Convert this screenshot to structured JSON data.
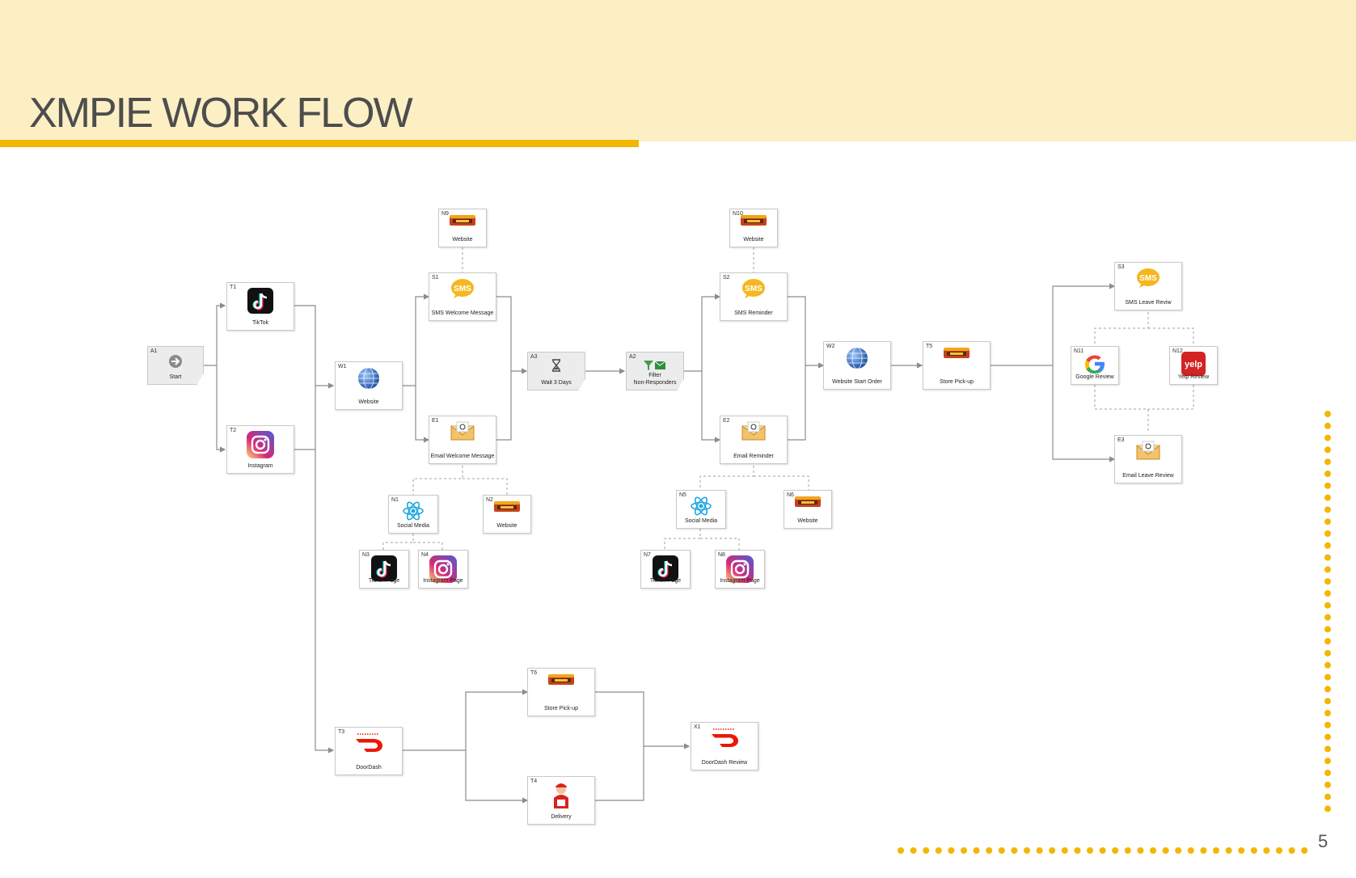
{
  "page": {
    "title": "XMPIE WORK FLOW",
    "page_number": "5",
    "colors": {
      "header_bg": "#fdefc4",
      "accent": "#f2b705",
      "title_text": "#4d4d4d",
      "connector": "#8c8c8c"
    }
  },
  "nodes": {
    "A1": {
      "id": "A1",
      "label": "Start",
      "icon": "start-arrow-icon"
    },
    "T1": {
      "id": "T1",
      "label": "TikTok",
      "icon": "tiktok-icon"
    },
    "T2": {
      "id": "T2",
      "label": "Instagram",
      "icon": "instagram-icon"
    },
    "W1": {
      "id": "W1",
      "label": "Website",
      "icon": "globe-icon"
    },
    "N9": {
      "id": "N9",
      "label": "Website",
      "icon": "restaurant-logo-icon"
    },
    "S1": {
      "id": "S1",
      "label": "SMS Welcome Message",
      "icon": "sms-icon"
    },
    "E1": {
      "id": "E1",
      "label": "Email Welcome Message",
      "icon": "email-icon"
    },
    "N1": {
      "id": "N1",
      "label": "Social Media",
      "icon": "react-atom-icon"
    },
    "N2": {
      "id": "N2",
      "label": "Website",
      "icon": "restaurant-logo-icon"
    },
    "N3": {
      "id": "N3",
      "label": "TikTok Page",
      "icon": "tiktok-icon"
    },
    "N4": {
      "id": "N4",
      "label": "Instagram Page",
      "icon": "instagram-icon"
    },
    "A3": {
      "id": "A3",
      "label": "Wait 3 Days",
      "icon": "hourglass-icon"
    },
    "A2": {
      "id": "A2",
      "label": "Filter\nNon-Responders",
      "icon": "filter-icon"
    },
    "N10": {
      "id": "N10",
      "label": "Website",
      "icon": "restaurant-logo-icon"
    },
    "S2": {
      "id": "S2",
      "label": "SMS Reminder",
      "icon": "sms-icon"
    },
    "E2": {
      "id": "E2",
      "label": "Email Reminder",
      "icon": "email-icon"
    },
    "N5": {
      "id": "N5",
      "label": "Social Media",
      "icon": "react-atom-icon"
    },
    "N6": {
      "id": "N6",
      "label": "Website",
      "icon": "restaurant-logo-icon"
    },
    "N7": {
      "id": "N7",
      "label": "TikTok Page",
      "icon": "tiktok-icon"
    },
    "N8": {
      "id": "N8",
      "label": "Instagram Page",
      "icon": "instagram-icon"
    },
    "W2": {
      "id": "W2",
      "label": "Website Start Order",
      "icon": "globe-icon"
    },
    "T5": {
      "id": "T5",
      "label": "Store Pick-up",
      "icon": "restaurant-logo-icon"
    },
    "S3": {
      "id": "S3",
      "label": "SMS Leave Reviw",
      "icon": "sms-icon"
    },
    "N11": {
      "id": "N11",
      "label": "Google Review",
      "icon": "google-icon"
    },
    "N12": {
      "id": "N12",
      "label": "Yelp Review",
      "icon": "yelp-icon"
    },
    "E3": {
      "id": "E3",
      "label": "Email Leave Review",
      "icon": "email-icon"
    },
    "T3": {
      "id": "T3",
      "label": "DoorDash",
      "icon": "doordash-icon"
    },
    "T6": {
      "id": "T6",
      "label": "Store Pick-up",
      "icon": "restaurant-logo-icon"
    },
    "T4": {
      "id": "T4",
      "label": "Delivery",
      "icon": "delivery-person-icon"
    },
    "X1": {
      "id": "X1",
      "label": "DoorDash Review",
      "icon": "doordash-icon"
    }
  },
  "icon_text": {
    "sms": "SMS",
    "yelp": "yelp"
  }
}
